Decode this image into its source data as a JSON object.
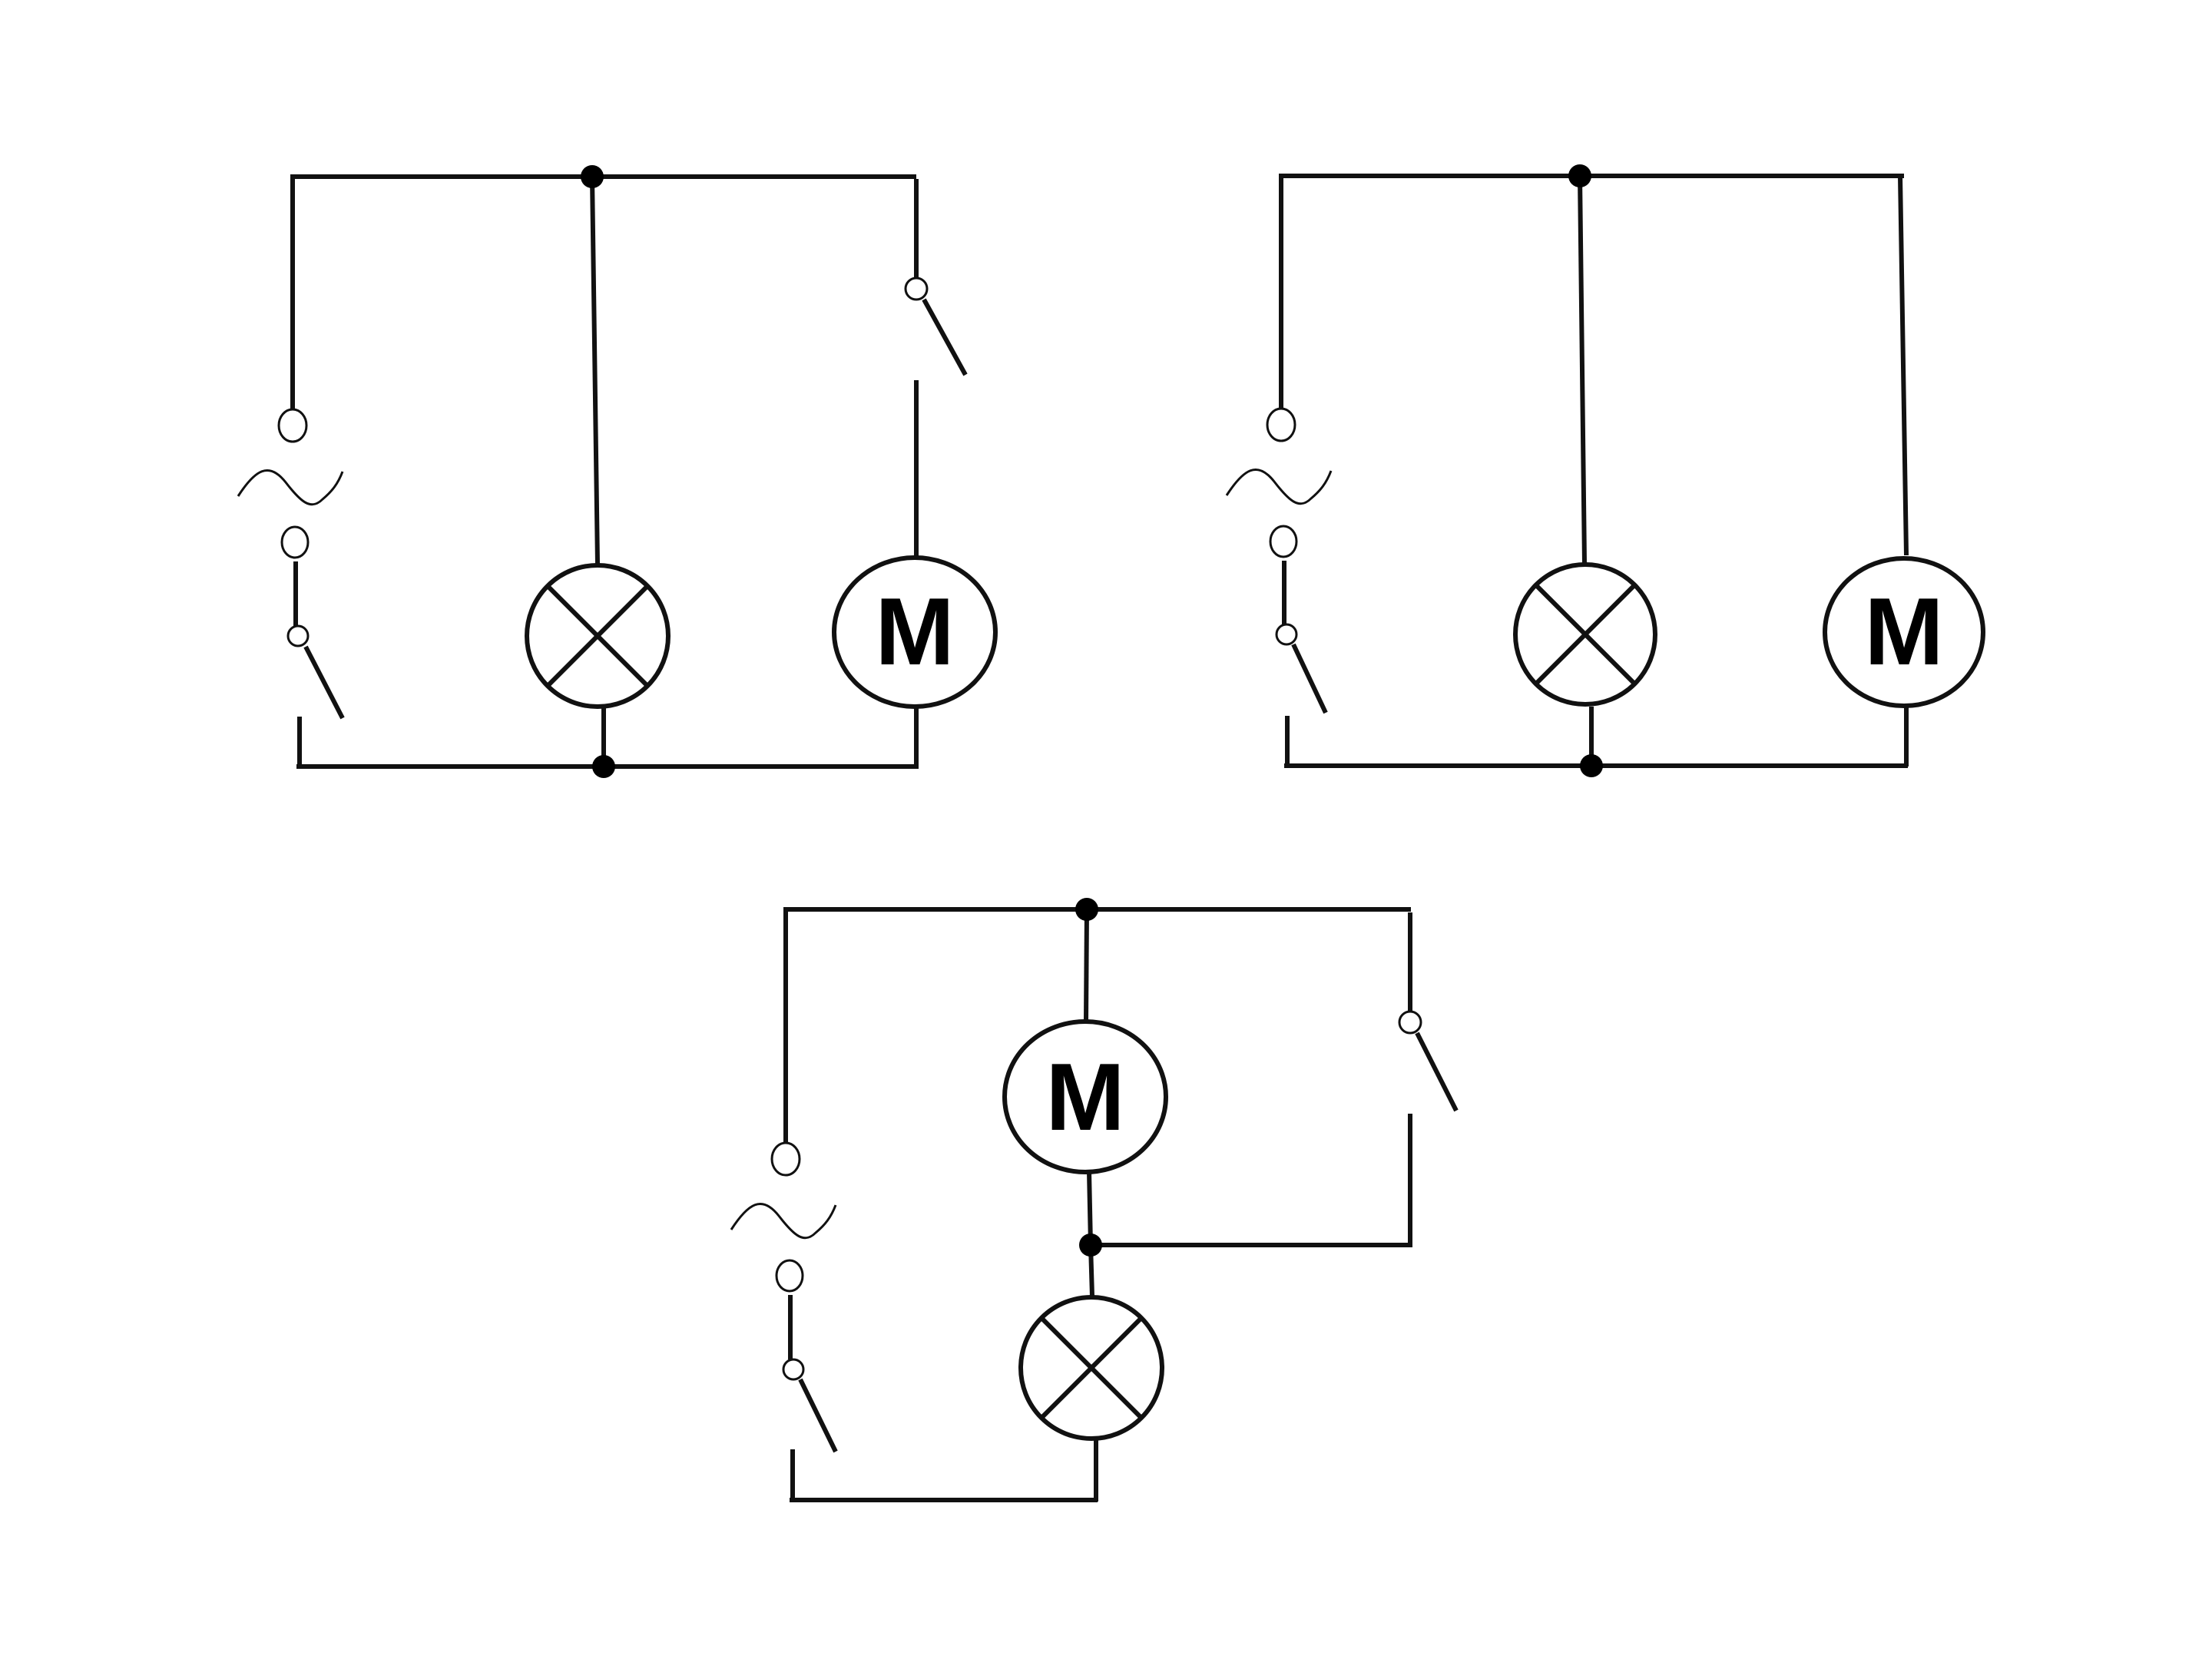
{
  "diagram": {
    "motor_label": "M",
    "circuits": [
      {
        "id": "circuit-1",
        "components": [
          "ac-source",
          "source-switch",
          "lamp",
          "motor",
          "motor-switch"
        ],
        "motor_label": "M"
      },
      {
        "id": "circuit-2",
        "components": [
          "ac-source",
          "source-switch",
          "lamp",
          "motor"
        ],
        "motor_label": "M"
      },
      {
        "id": "circuit-3",
        "components": [
          "ac-source",
          "source-switch",
          "motor",
          "lamp",
          "bypass-switch"
        ],
        "motor_label": "M"
      }
    ]
  },
  "colors": {
    "line": "#111111",
    "background": "#ffffff"
  }
}
